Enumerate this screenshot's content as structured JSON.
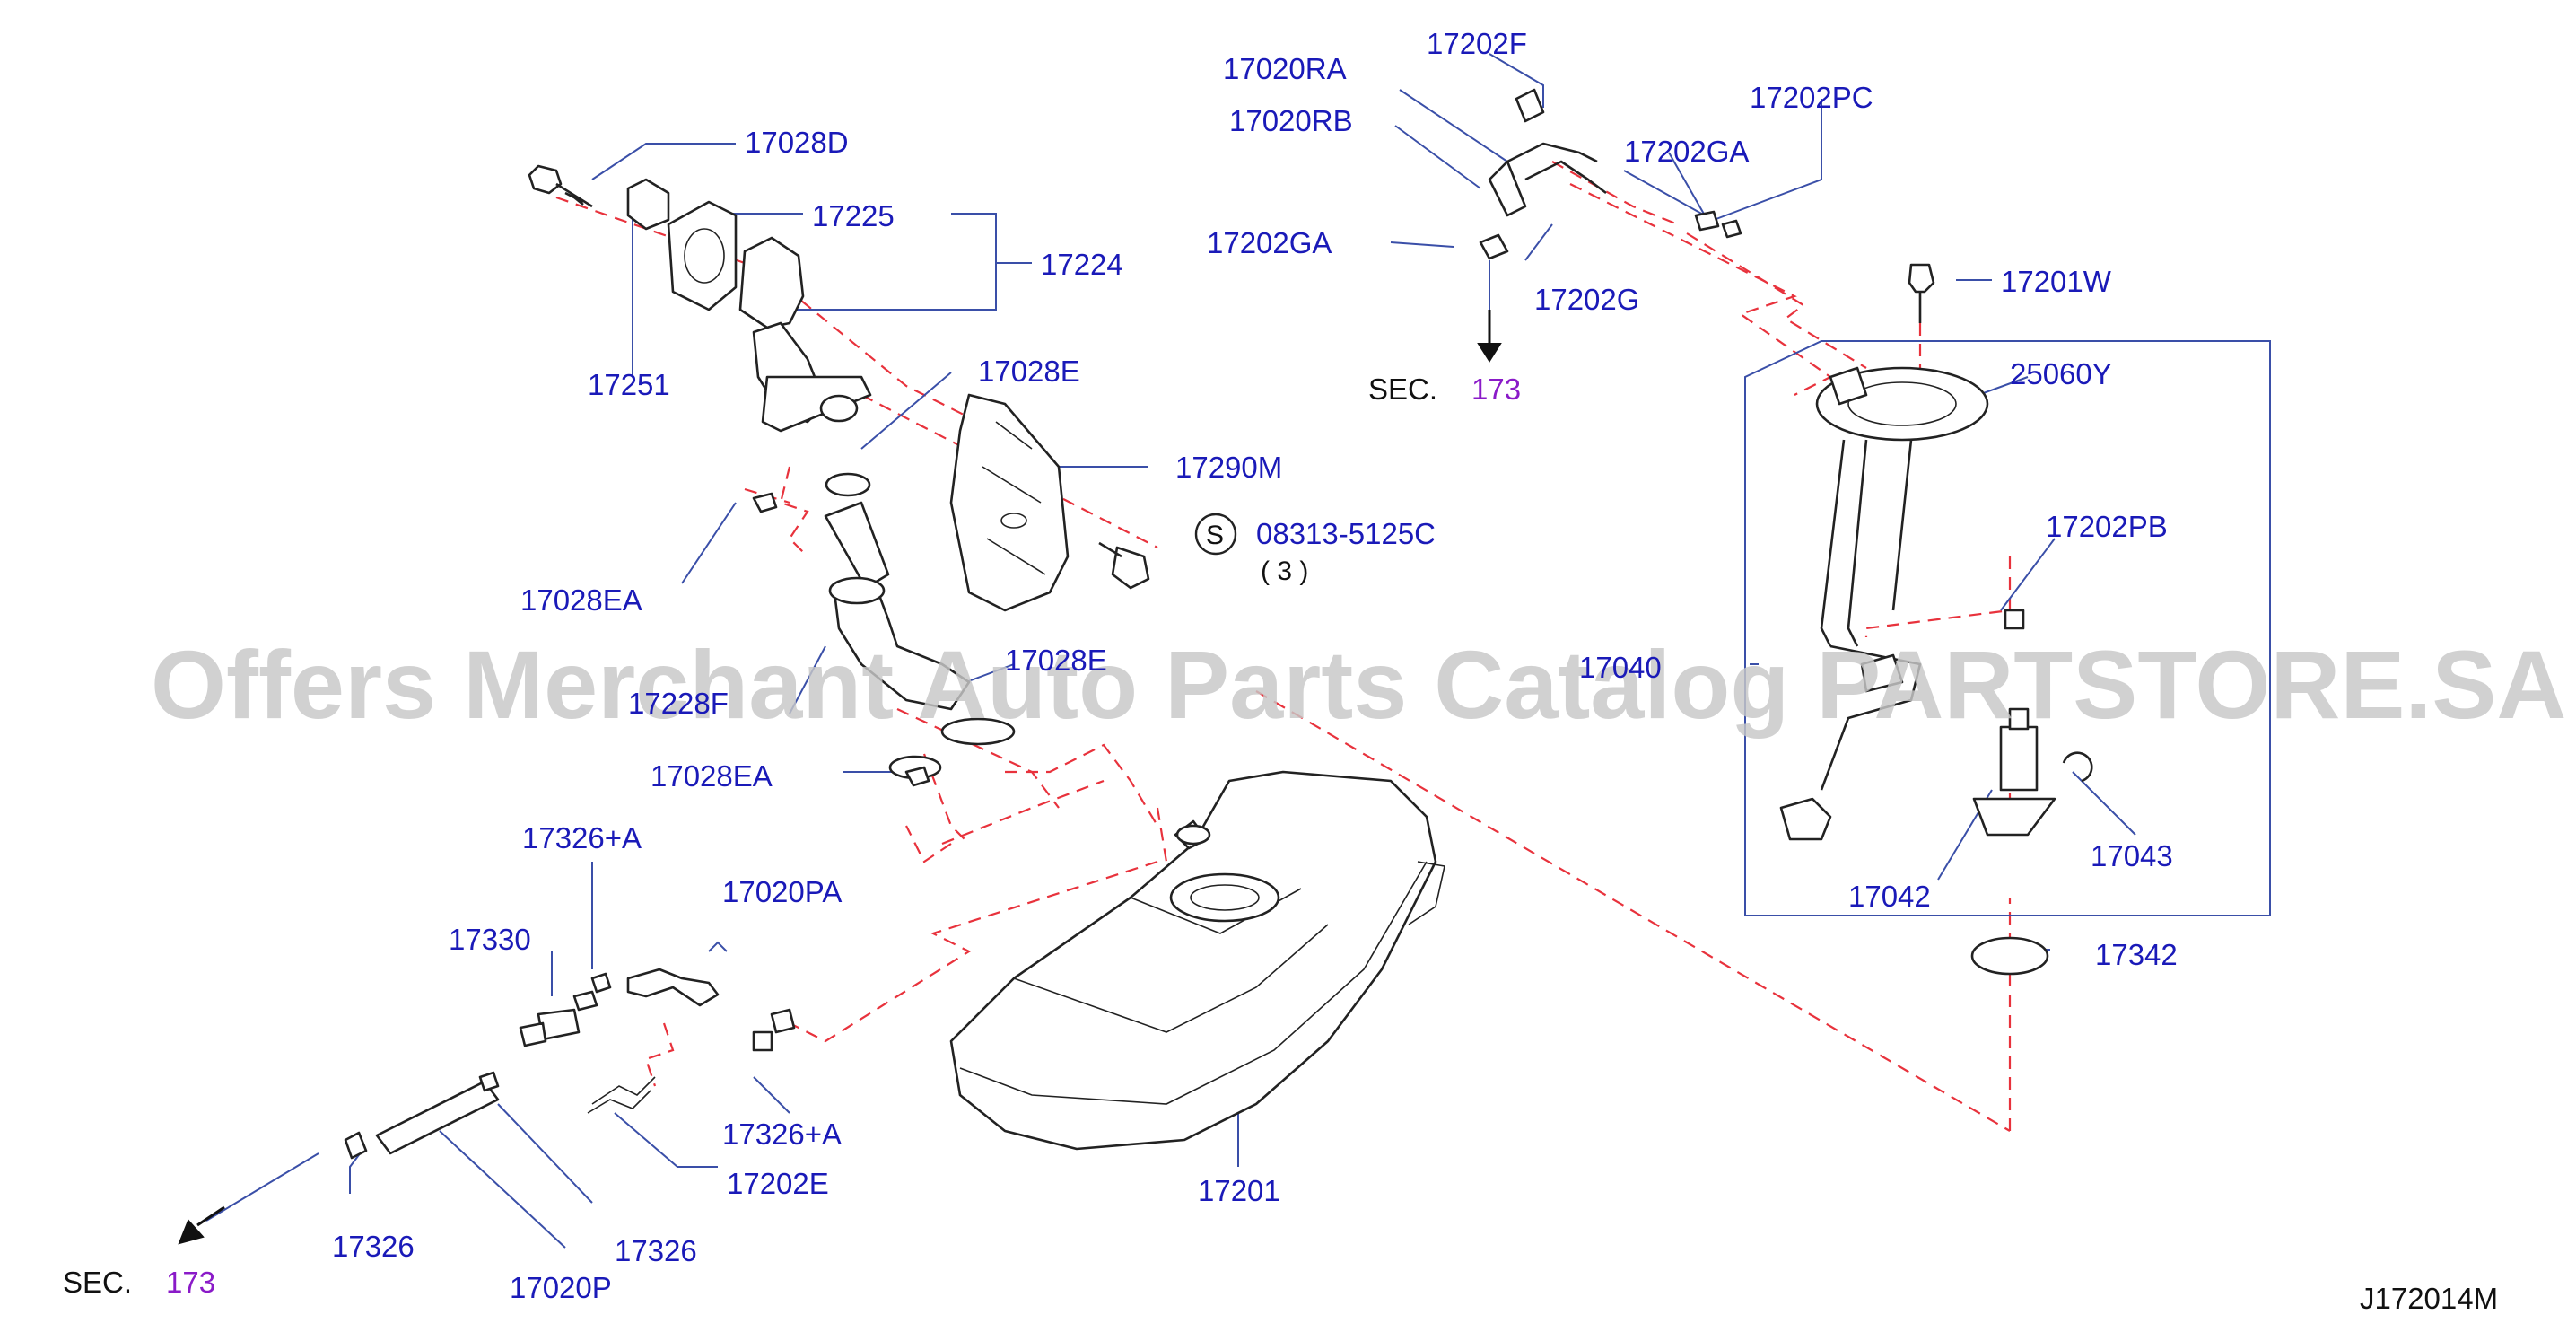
{
  "labels": {
    "l17028D": "17028D",
    "l17225": "17225",
    "l17224": "17224",
    "l17251": "17251",
    "l17028E_top": "17028E",
    "l17290M": "17290M",
    "l08313": "08313-5125C",
    "l08313_qty": "( 3 )",
    "l17028EA_top": "17028EA",
    "l17228F": "17228F",
    "l17028E_mid": "17028E",
    "l17028EA_mid": "17028EA",
    "l17326A_top": "17326+A",
    "l17020PA": "17020PA",
    "l17330": "17330",
    "l17326A_bottom": "17326+A",
    "l17202E": "17202E",
    "l17201": "17201",
    "l17326_left": "17326",
    "l17326_right": "17326",
    "l17020P": "17020P",
    "l17202F": "17202F",
    "l17020RA": "17020RA",
    "l17020RB": "17020RB",
    "l17202GA_left": "17202GA",
    "l17202G": "17202G",
    "l17202GA_right": "17202GA",
    "l17202PC": "17202PC",
    "l17201W": "17201W",
    "l25060Y": "25060Y",
    "l17202PB": "17202PB",
    "l17040": "17040",
    "l17042": "17042",
    "l17043": "17043",
    "l17342": "17342"
  },
  "section_refs": {
    "sec_top_label": "SEC.",
    "sec_top_num": "173",
    "sec_bottom_label": "SEC.",
    "sec_bottom_num": "173"
  },
  "screw_symbol": "S",
  "diagram_code": "J172014M",
  "watermark": "Offers Merchant Auto Parts Catalog PARTSTORE.SA",
  "colors": {
    "label_blue": "#1a1ab8",
    "section_purple": "#8a1ac8",
    "dashed_red": "#e8323c",
    "leader_blue": "#3a4fa8"
  }
}
